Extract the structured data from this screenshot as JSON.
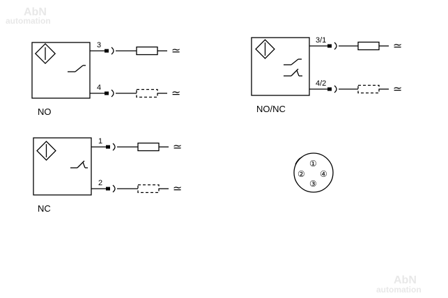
{
  "watermark": {
    "brand": "AbN",
    "sub": "automation"
  },
  "diagrams": {
    "no": {
      "label": "NO",
      "pin_top": "3",
      "pin_bottom": "4"
    },
    "nonc": {
      "label": "NO/NC",
      "pin_top": "3/1",
      "pin_bottom": "4/2"
    },
    "nc": {
      "label": "NC",
      "pin_top": "1",
      "pin_bottom": "2"
    }
  },
  "supply_symbol": "≃",
  "connector": {
    "pins": [
      "①",
      "②",
      "③",
      "④"
    ]
  },
  "colors": {
    "line": "#000000",
    "watermark": "#e8e8e8"
  }
}
